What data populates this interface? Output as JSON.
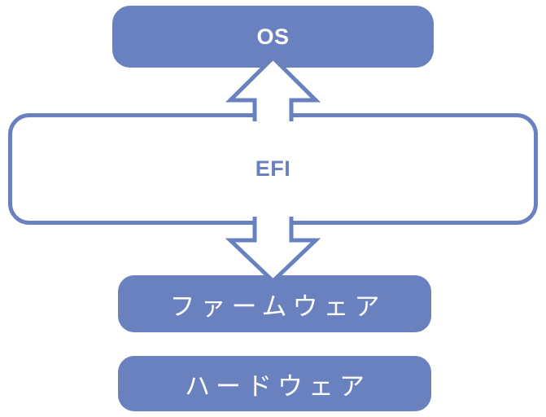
{
  "diagram": {
    "colors": {
      "accent": "#6A81BF",
      "box_text": "#FFFFFF",
      "background": "#FFFFFF"
    },
    "boxes": {
      "os": {
        "label": "OS"
      },
      "efi": {
        "label": "EFI"
      },
      "firmware": {
        "label": "ファームウェア"
      },
      "hardware": {
        "label": "ハードウェア"
      }
    },
    "icons": {
      "up_arrow": "hollow-up-arrow",
      "down_arrow": "hollow-down-arrow"
    }
  }
}
